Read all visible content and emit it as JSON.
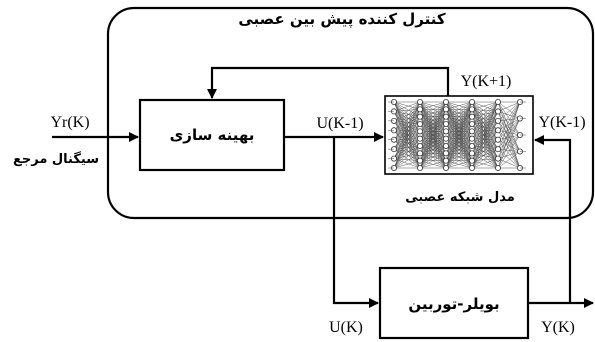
{
  "controller": {
    "title": "کنترل کننده پیش بین عصبی"
  },
  "optimizer": {
    "label": "بهینه سازی"
  },
  "neural_model": {
    "caption": "مدل شبکه عصبی"
  },
  "plant": {
    "label": "بویلر-توربین"
  },
  "signals": {
    "reference": "Yr(K)",
    "reference_caption": "سیگنال مرجع",
    "control_prev": "U(K-1)",
    "prediction": "Y(K+1)",
    "output_prev": "Y(K-1)",
    "control": "U(K)",
    "output": "Y(K)"
  },
  "colors": {
    "stroke": "#000000",
    "background": "#ffffff"
  }
}
